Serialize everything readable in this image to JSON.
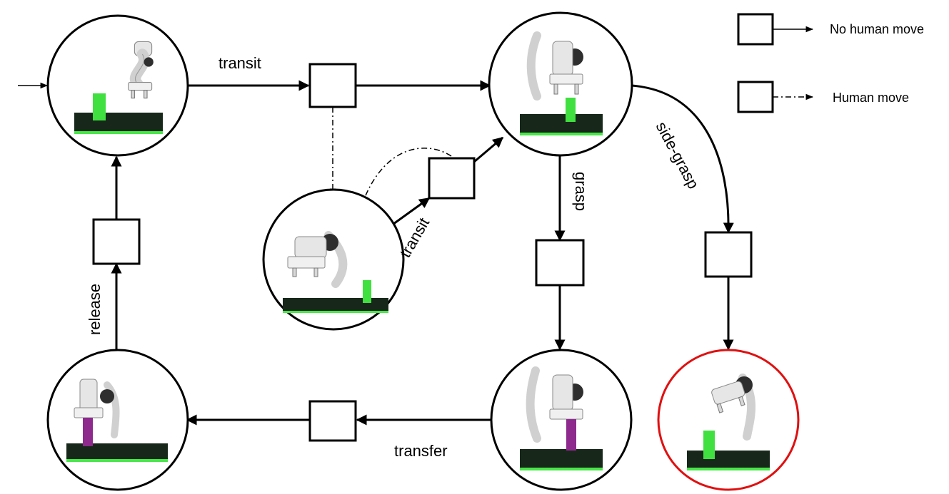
{
  "edges": {
    "transit_top": "transit",
    "transit_mid": "transit",
    "grasp": "grasp",
    "side_grasp": "side-grasp",
    "transfer": "transfer",
    "release": "release"
  },
  "legend": {
    "no_human_move": "No human move",
    "human_move": "Human move"
  },
  "colors": {
    "failure_state": "#e01010",
    "object_green": "#3fe03f",
    "object_purple": "#8e2a8e",
    "table": "#17281a",
    "table_edge": "#47e847"
  }
}
